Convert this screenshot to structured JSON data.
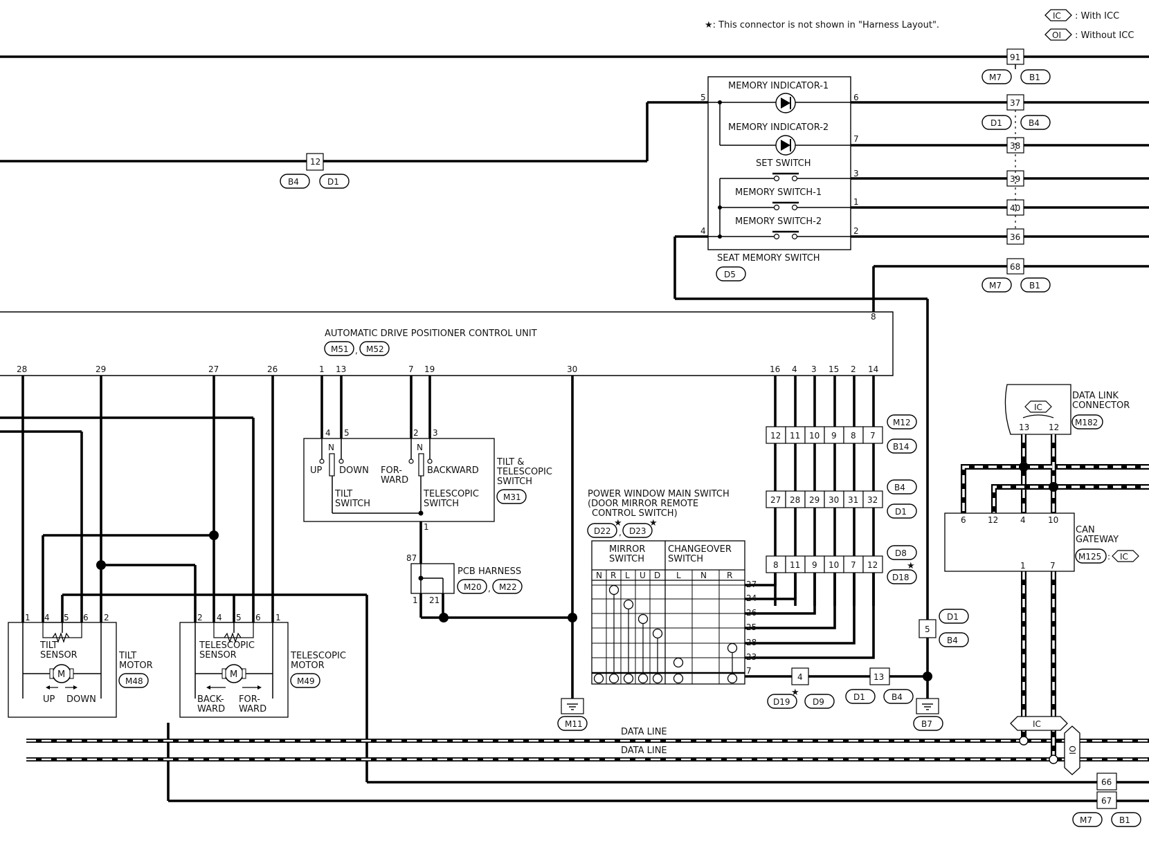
{
  "notes": {
    "star_note": "★: This connector is not shown in \"Harness Layout\".",
    "legend_ic": "IC",
    "legend_ic_text": ": With ICC",
    "legend_oi": "OI",
    "legend_oi_text": ": Without ICC"
  },
  "components": {
    "seat_memory_switch": {
      "title": "SEAT MEMORY SWITCH",
      "connector": "D5",
      "elements": [
        "MEMORY INDICATOR-1",
        "MEMORY INDICATOR-2",
        "SET SWITCH",
        "MEMORY SWITCH-1",
        "MEMORY SWITCH-2"
      ],
      "pins": [
        "5",
        "6",
        "7",
        "3",
        "1",
        "4",
        "2"
      ]
    },
    "adp_control_unit": {
      "title": "AUTOMATIC DRIVE POSITIONER CONTROL UNIT",
      "connectors": [
        "M51",
        "M52"
      ],
      "pins": [
        "28",
        "29",
        "27",
        "26",
        "1",
        "13",
        "7",
        "19",
        "30",
        "16",
        "4",
        "3",
        "15",
        "2",
        "14",
        "8"
      ]
    },
    "tilt_telescopic_switch": {
      "title_line1": "TILT &",
      "title_line2": "TELESCOPIC",
      "title_line3": "SWITCH",
      "connector": "M31",
      "labels": [
        "UP",
        "DOWN",
        "FOR-",
        "WARD",
        "BACKWARD",
        "TILT",
        "SWITCH",
        "TELESCOPIC",
        "SWITCH",
        "N",
        "N"
      ],
      "pins": [
        "4",
        "5",
        "2",
        "3",
        "1"
      ]
    },
    "pcb_harness": {
      "title": "PCB HARNESS",
      "connectors": [
        "M20",
        "M22"
      ],
      "pins": [
        "87",
        "1",
        "21"
      ]
    },
    "tilt_motor": {
      "sensor_line1": "TILT",
      "sensor_line2": "SENSOR",
      "title_line1": "TILT",
      "title_line2": "MOTOR",
      "connector": "M48",
      "dir_labels": [
        "UP",
        "DOWN"
      ],
      "pins": [
        "1",
        "4",
        "5",
        "6",
        "2"
      ]
    },
    "telescopic_motor": {
      "sensor_line1": "TELESCOPIC",
      "sensor_line2": "SENSOR",
      "title_line1": "TELESCOPIC",
      "title_line2": "MOTOR",
      "connector": "M49",
      "dir_labels": [
        "BACK-",
        "WARD",
        "FOR-",
        "WARD"
      ],
      "pins": [
        "2",
        "4",
        "5",
        "6",
        "1"
      ]
    },
    "power_window_main_switch": {
      "title_line1": "POWER WINDOW MAIN SWITCH",
      "title_line2": "(DOOR MIRROR REMOTE",
      "title_line3": "CONTROL SWITCH)",
      "connectors": [
        "D22",
        "D23"
      ],
      "mirror_label_1": "MIRROR",
      "mirror_label_2": "SWITCH",
      "changeover_label_1": "CHANGEOVER",
      "changeover_label_2": "SWITCH",
      "mirror_positions": [
        "N",
        "R",
        "L",
        "U",
        "D"
      ],
      "changeover_positions": [
        "L",
        "N",
        "R"
      ],
      "pins": [
        "27",
        "24",
        "26",
        "25",
        "28",
        "23",
        "7"
      ]
    },
    "data_link_connector": {
      "title_line1": "DATA LINK",
      "title_line2": "CONNECTOR",
      "connector": "M182",
      "tag": "IC",
      "pins": [
        "13",
        "12"
      ]
    },
    "can_gateway": {
      "title_line1": "CAN",
      "title_line2": "GATEWAY",
      "connector": "M125",
      "tag": "IC",
      "pins": [
        "6",
        "12",
        "4",
        "10",
        "1",
        "7"
      ]
    }
  },
  "joint_connectors": {
    "top_row": {
      "pin": "91",
      "tags": [
        "M7",
        "B1"
      ]
    },
    "left_12": {
      "pin": "12",
      "tags": [
        "B4",
        "D1"
      ]
    },
    "right_stack": {
      "pins": [
        "37",
        "38",
        "39",
        "40",
        "36"
      ],
      "tags": [
        "D1",
        "B4"
      ]
    },
    "pin_68": {
      "pin": "68",
      "tags": [
        "M7",
        "B1"
      ]
    },
    "m12_row": {
      "pins": [
        "12",
        "11",
        "10",
        "9",
        "8",
        "7"
      ],
      "tags": [
        "M12",
        "B14"
      ]
    },
    "b4_row": {
      "pins": [
        "27",
        "28",
        "29",
        "30",
        "31",
        "32"
      ],
      "tags": [
        "B4",
        "D1"
      ]
    },
    "d8_row": {
      "pins": [
        "8",
        "11",
        "9",
        "10",
        "7",
        "12"
      ],
      "tags": [
        "D8",
        "D18"
      ]
    },
    "pin_5": {
      "pin": "5",
      "tags": [
        "D1",
        "B4"
      ]
    },
    "pin_4": {
      "pin": "4",
      "tags": [
        "D19",
        "D9"
      ]
    },
    "pin_13": {
      "pin": "13",
      "tags": [
        "D1",
        "B4"
      ]
    },
    "bottom_66_67": {
      "pins": [
        "66",
        "67"
      ],
      "tags": [
        "M7",
        "B1"
      ]
    }
  },
  "grounds": [
    "M11",
    "B7"
  ],
  "data_lines": [
    "DATA LINE",
    "DATA LINE"
  ],
  "bottom_tags": [
    "IC",
    "IO"
  ]
}
